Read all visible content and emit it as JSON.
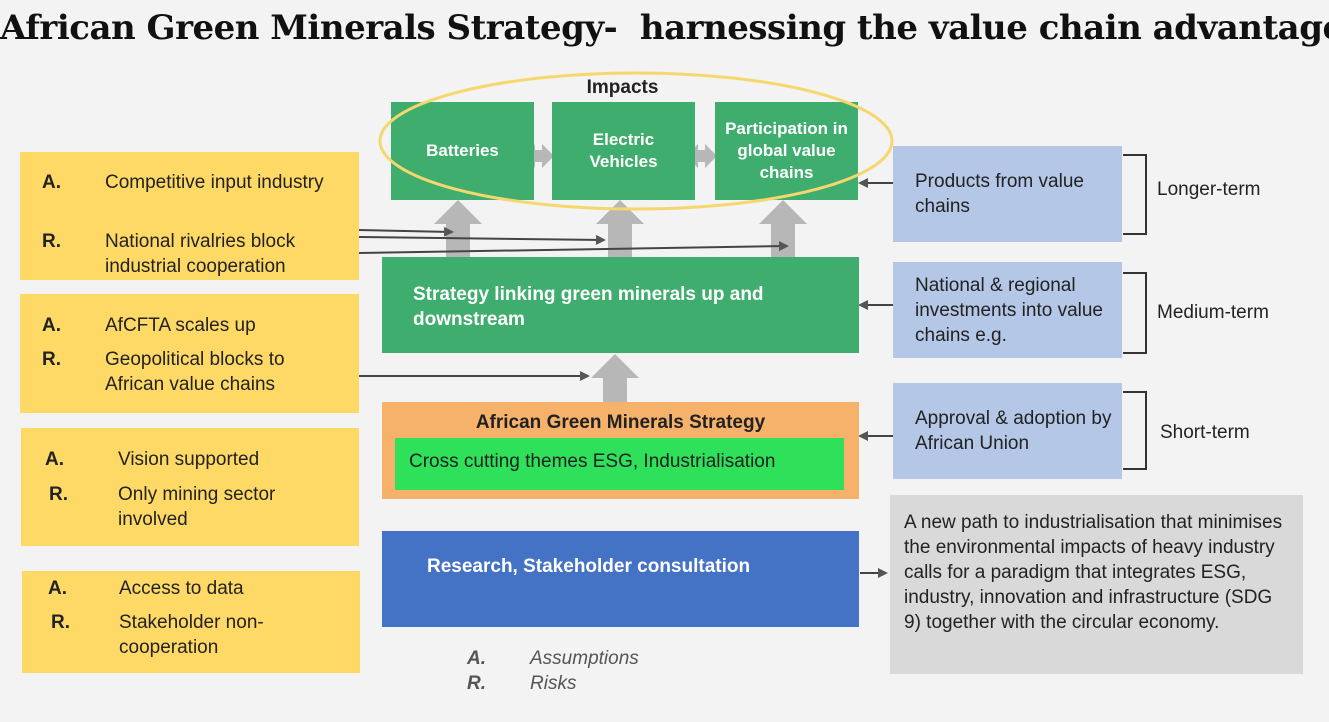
{
  "title": "African Green Minerals Strategy-  harnessing the value chain advantage",
  "impacts": {
    "label": "Impacts",
    "boxes": [
      "Batteries",
      "Electric Vehicles",
      "Participation in global value chains"
    ]
  },
  "left_boxes": [
    {
      "a_key": "A.",
      "a_text": "Competitive input industry",
      "r_key": "R.",
      "r_text": "National rivalries block industrial cooperation"
    },
    {
      "a_key": "A.",
      "a_text": "AfCFTA scales up",
      "r_key": "R.",
      "r_text": "Geopolitical blocks to African value chains"
    },
    {
      "a_key": "A.",
      "a_text": "Vision supported",
      "r_key": "R.",
      "r_text": "Only mining sector involved"
    },
    {
      "a_key": "A.",
      "a_text": "Access to data",
      "r_key": "R.",
      "r_text": "Stakeholder non-cooperation"
    }
  ],
  "strategy_box": "Strategy linking green minerals up and downstream",
  "agms_box": {
    "title": "African Green Minerals Strategy",
    "themes": "Cross cutting themes ESG, Industrialisation"
  },
  "research_box": "Research, Stakeholder consultation",
  "right_boxes": [
    {
      "text": "Products from value chains",
      "term": "Longer-term"
    },
    {
      "text": "National & regional investments into value chains e.g.",
      "term": "Medium-term"
    },
    {
      "text": "Approval & adoption by African Union",
      "term": "Short-term"
    }
  ],
  "note": "A new path to industrialisation that minimises the environmental impacts of heavy industry calls for a paradigm that integrates ESG, industry, innovation and infrastructure (SDG 9) together with the circular economy.",
  "legend": [
    {
      "key": "A.",
      "text": "Assumptions"
    },
    {
      "key": "R.",
      "text": "Risks"
    }
  ],
  "colors": {
    "green": "#3fad6e",
    "yellow": "#ffd966",
    "blue": "#4472c4",
    "light_blue": "#b4c7e7",
    "orange": "#f6b26b",
    "bright_green": "#2ee05a",
    "grey": "#d9d9d9",
    "ellipse": "#f5d76e"
  }
}
